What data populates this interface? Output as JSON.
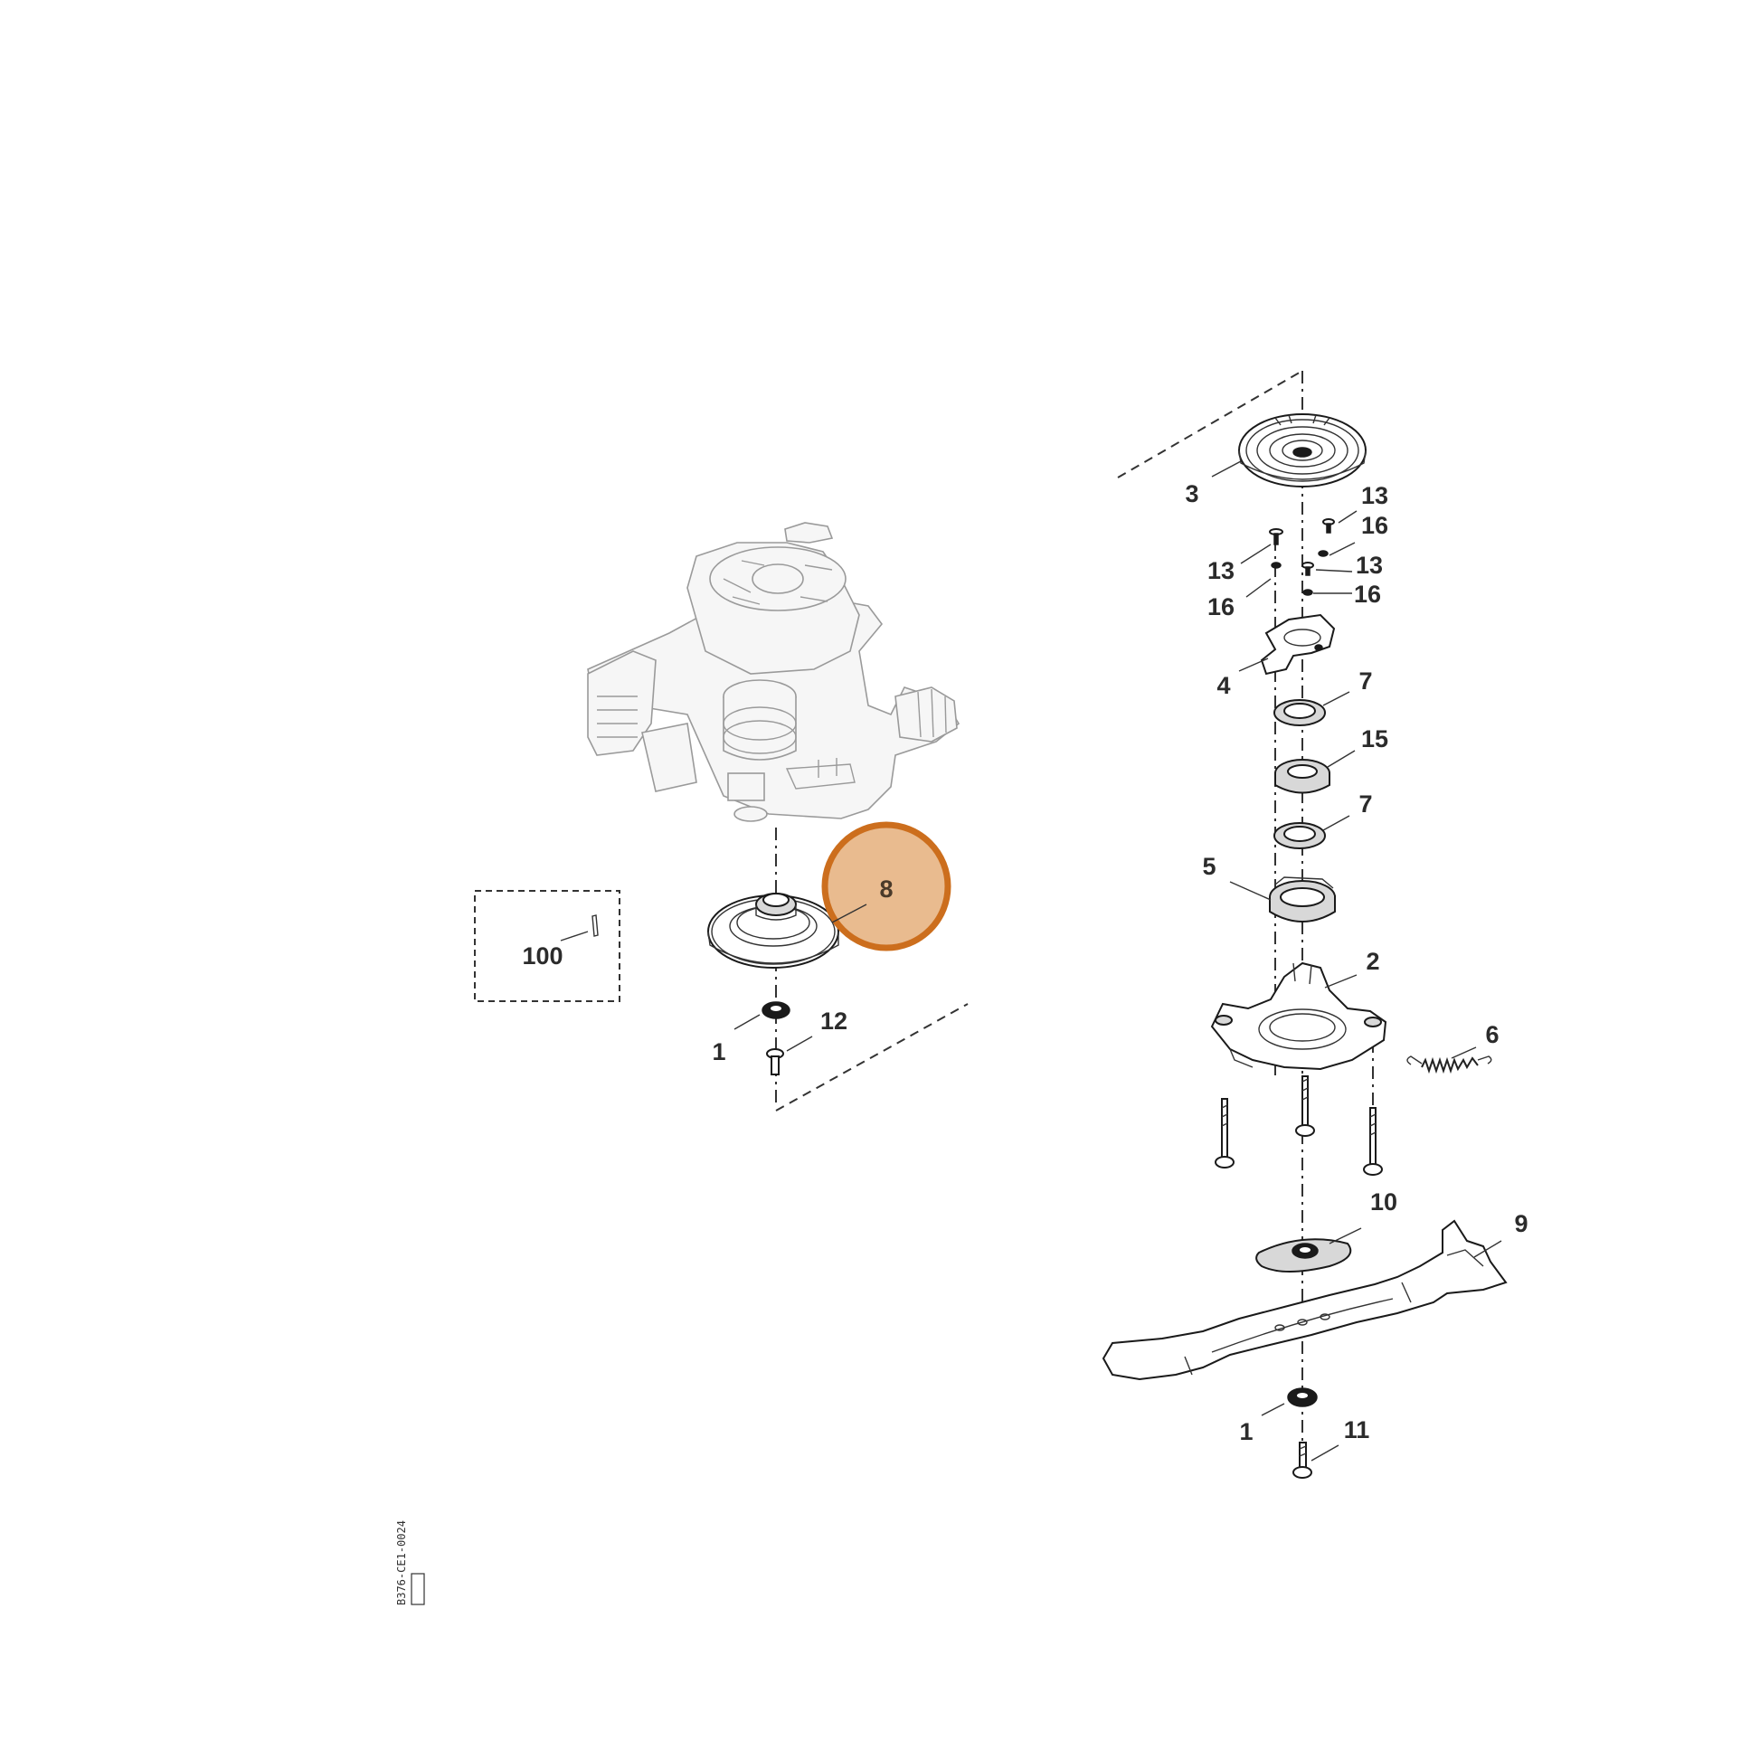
{
  "diagram": {
    "callouts": {
      "c3": "3",
      "c13a": "13",
      "c16a": "16",
      "c13b": "13",
      "c13c": "13",
      "c16b": "16",
      "c16c": "16",
      "c4": "4",
      "c7a": "7",
      "c15": "15",
      "c7b": "7",
      "c5": "5",
      "c2": "2",
      "c6": "6",
      "c10": "10",
      "c9": "9",
      "c1a": "1",
      "c11": "11",
      "c8": "8",
      "c100": "100",
      "c1b": "1",
      "c12": "12"
    },
    "reference_code": "B376-CE1-0024"
  },
  "colors": {
    "highlight_fill": "#E9BB8F",
    "highlight_ring": "#CC6E1D",
    "line": "#1a1a1a"
  }
}
